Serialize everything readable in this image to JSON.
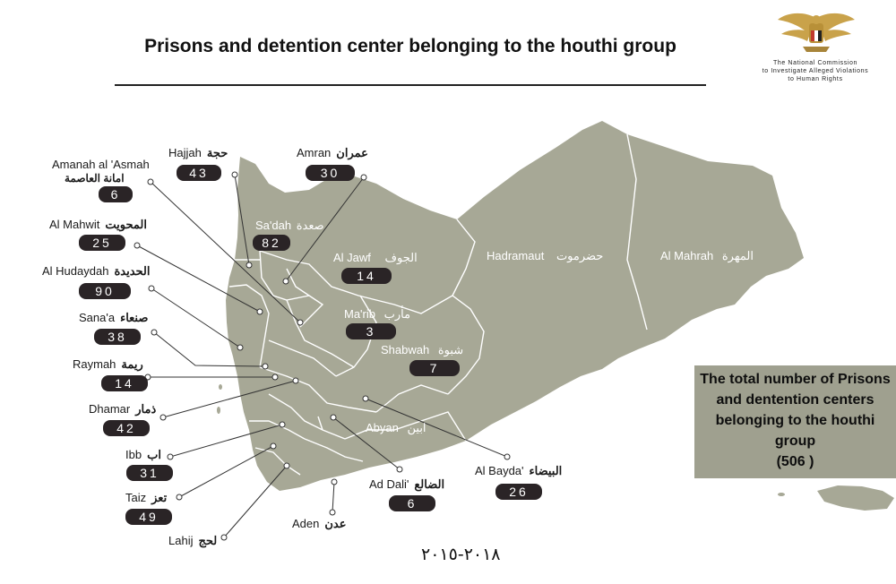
{
  "title": "Prisons and detention center belonging to the houthi group",
  "organization": {
    "line1": "The National Commission",
    "line2": "to Investigate Alleged Violations",
    "line3": "to Human Rights"
  },
  "years": "٢٠١٨-٢٠١٥",
  "total_box": {
    "text": "The total number of Prisons and dentention centers belonging to the houthi group",
    "value": "(506 )"
  },
  "colors": {
    "land": "#a7a896",
    "border": "#ffffff",
    "badge": "#2a2426",
    "box": "#9fa08f"
  },
  "map_labels": {
    "hadramaut_en": "Hadramaut",
    "hadramaut_ar": "حضرموت",
    "mahrah_en": "Al Mahrah",
    "mahrah_ar": "المهرة",
    "jawf_en": "Al Jawf",
    "jawf_ar": "الجوف",
    "sadah_en": "Sa'dah",
    "sadah_ar": "صعدة",
    "marib_en": "Ma'rib",
    "marib_ar": "مأرب",
    "shabwah_en": "Shabwah",
    "shabwah_ar": "شبوة",
    "abyan_en": "Abyan",
    "abyan_ar": "ابين"
  },
  "governorates": {
    "amanah": {
      "en": "Amanah al 'Asmah",
      "ar": "امانة العاصمة",
      "count": "6"
    },
    "hajjah": {
      "en": "Hajjah",
      "ar": "حجة",
      "count": "43"
    },
    "amran": {
      "en": "Amran",
      "ar": "عمران",
      "count": "30"
    },
    "sadah": {
      "count": "82"
    },
    "mahwit": {
      "en": "Al Mahwit",
      "ar": "المحويت",
      "count": "25"
    },
    "jawf": {
      "count": "14"
    },
    "hudaydah": {
      "en": "Al Hudaydah",
      "ar": "الحديدة",
      "count": "90"
    },
    "marib": {
      "count": "3"
    },
    "sanaa": {
      "en": "Sana'a",
      "ar": "صنعاء",
      "count": "38"
    },
    "shabwah": {
      "count": "7"
    },
    "raymah": {
      "en": "Raymah",
      "ar": "ريمة",
      "count": "14"
    },
    "dhamar": {
      "en": "Dhamar",
      "ar": "ذمار",
      "count": "42"
    },
    "ibb": {
      "en": "Ibb",
      "ar": "اب",
      "count": "31"
    },
    "taiz": {
      "en": "Taiz",
      "ar": "تعز",
      "count": "49"
    },
    "lahij": {
      "en": "Lahij",
      "ar": "لحج"
    },
    "aden": {
      "en": "Aden",
      "ar": "عدن"
    },
    "dali": {
      "en": "Ad Dali'",
      "ar": "الضالع",
      "count": "6"
    },
    "bayda": {
      "en": "Al Bayda'",
      "ar": "البيضاء",
      "count": "26"
    }
  }
}
